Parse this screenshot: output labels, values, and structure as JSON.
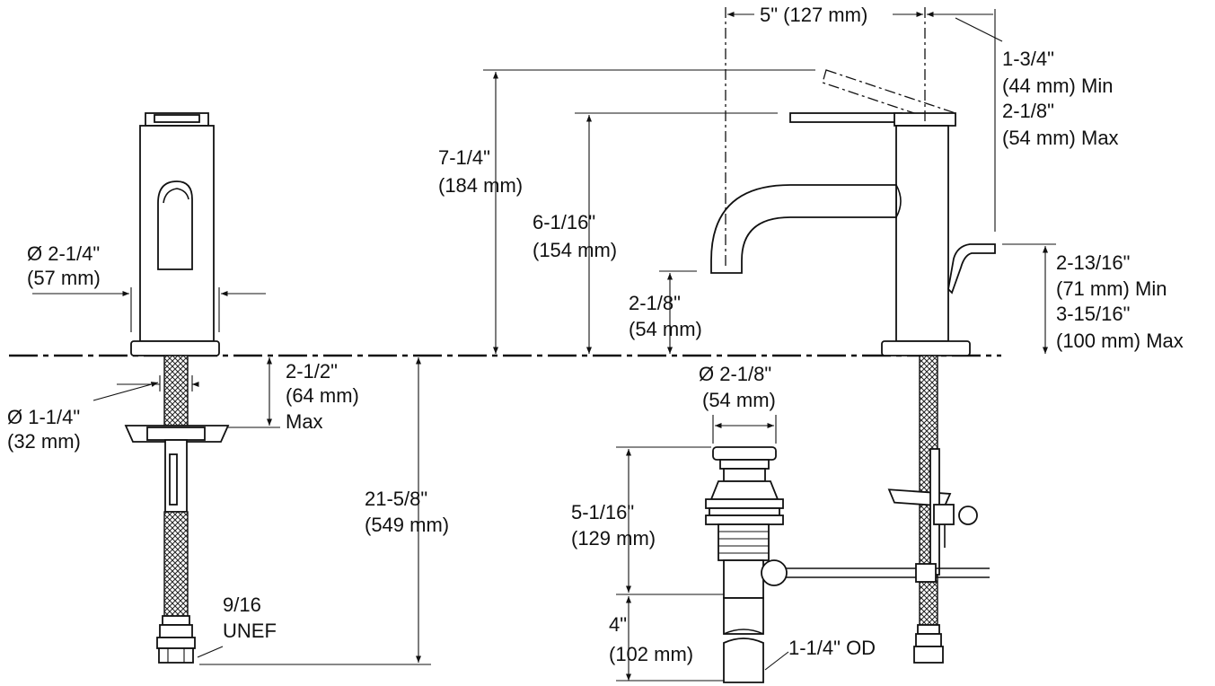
{
  "labels": {
    "dia_2_1_4_in": "Ø 2-1/4\"",
    "dia_2_1_4_mm": "(57 mm)",
    "dia_1_1_4_in": "Ø 1-1/4\"",
    "dia_1_1_4_mm": "(32 mm)",
    "deck_in": "2-1/2\"",
    "deck_mm": "(64 mm)",
    "deck_max": "Max",
    "thread_1": "9/16",
    "thread_2": "UNEF",
    "hose_in": "21-5/8\"",
    "hose_mm": "(549 mm)",
    "overall_in": "7-1/4\"",
    "overall_mm": "(184 mm)",
    "spout_h_in": "6-1/16\"",
    "spout_h_mm": "(154 mm)",
    "clear_in": "2-1/8\"",
    "clear_mm": "(54 mm)",
    "reach_label": "5\" (127 mm)",
    "lever_min_in": "1-3/4\"",
    "lever_min_mm": "(44 mm) Min",
    "lever_max_in": "2-1/8\"",
    "lever_max_mm": "(54 mm) Max",
    "lift_min_in": "2-13/16\"",
    "lift_min_mm": "(71 mm) Min",
    "lift_max_in": "3-15/16\"",
    "lift_max_mm": "(100 mm) Max",
    "drain_dia_in": "Ø 2-1/8\"",
    "drain_dia_mm": "(54 mm)",
    "drain_h_in": "5-1/16\"",
    "drain_h_mm": "(129 mm)",
    "tail_in": "4\"",
    "tail_mm": "(102 mm)",
    "od_label": "1-1/4\" OD"
  }
}
